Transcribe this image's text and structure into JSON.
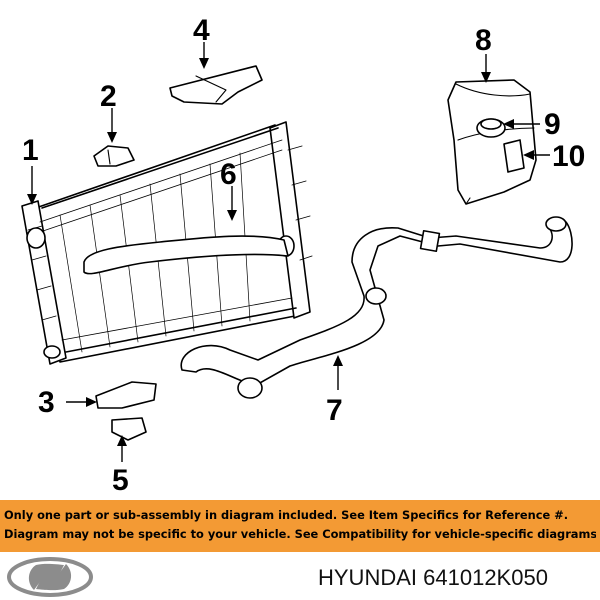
{
  "diagram": {
    "callouts": [
      {
        "id": "1",
        "label": "1"
      },
      {
        "id": "2",
        "label": "2"
      },
      {
        "id": "3",
        "label": "3"
      },
      {
        "id": "4",
        "label": "4"
      },
      {
        "id": "5",
        "label": "5"
      },
      {
        "id": "6",
        "label": "6"
      },
      {
        "id": "7",
        "label": "7"
      },
      {
        "id": "8",
        "label": "8"
      },
      {
        "id": "9",
        "label": "9"
      },
      {
        "id": "10",
        "label": "10"
      }
    ]
  },
  "banner": {
    "line1": "Only one part or sub-assembly in diagram included. See Item Specifics for Reference #.",
    "line2": "Diagram may not be specific to your vehicle. See Compatibility for vehicle-specific diagrams.",
    "background": "#f39a34"
  },
  "footer": {
    "brand": "HYUNDAI",
    "part_number": "641012K050",
    "logo_icon": "hyundai-logo-icon"
  }
}
